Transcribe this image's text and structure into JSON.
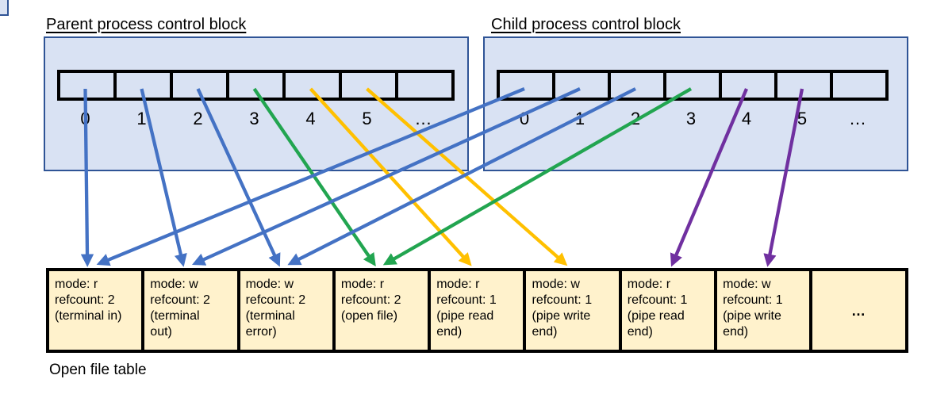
{
  "diagram": {
    "parent_block": {
      "title": "Parent process control block",
      "fd_labels": [
        "0",
        "1",
        "2",
        "3",
        "4",
        "5",
        "…"
      ]
    },
    "child_block": {
      "title": "Child process control block",
      "fd_labels": [
        "0",
        "1",
        "2",
        "3",
        "4",
        "5",
        "…"
      ]
    },
    "open_file_table": {
      "caption": "Open file table",
      "cells": [
        {
          "text": "mode: r\nrefcount: 2\n(terminal in)"
        },
        {
          "text": "mode: w\nrefcount: 2\n(terminal\nout)"
        },
        {
          "text": "mode: w\nrefcount: 2\n(terminal\nerror)"
        },
        {
          "text": "mode: r\nrefcount: 2\n(open file)"
        },
        {
          "text": "mode: r\nrefcount: 1\n(pipe read\nend)"
        },
        {
          "text": "mode: w\nrefcount: 1\n(pipe write\nend)"
        },
        {
          "text": "mode: r\nrefcount: 1\n(pipe read\nend)"
        },
        {
          "text": "mode: w\nrefcount: 1\n(pipe write\nend)"
        },
        {
          "text": "…"
        }
      ]
    },
    "arrows": [
      {
        "from": "parent",
        "fd": 0,
        "to_cell": 0,
        "color": "blue"
      },
      {
        "from": "parent",
        "fd": 1,
        "to_cell": 1,
        "color": "blue"
      },
      {
        "from": "parent",
        "fd": 2,
        "to_cell": 2,
        "color": "blue"
      },
      {
        "from": "parent",
        "fd": 3,
        "to_cell": 3,
        "color": "green"
      },
      {
        "from": "parent",
        "fd": 4,
        "to_cell": 4,
        "color": "gold"
      },
      {
        "from": "parent",
        "fd": 5,
        "to_cell": 5,
        "color": "gold"
      },
      {
        "from": "child",
        "fd": 0,
        "to_cell": 0,
        "color": "blue"
      },
      {
        "from": "child",
        "fd": 1,
        "to_cell": 1,
        "color": "blue"
      },
      {
        "from": "child",
        "fd": 2,
        "to_cell": 2,
        "color": "blue"
      },
      {
        "from": "child",
        "fd": 3,
        "to_cell": 3,
        "color": "green"
      },
      {
        "from": "child",
        "fd": 4,
        "to_cell": 6,
        "color": "purple"
      },
      {
        "from": "child",
        "fd": 5,
        "to_cell": 7,
        "color": "purple"
      }
    ],
    "colors": {
      "blue": "#4472C4",
      "green": "#22A550",
      "gold": "#FFC000",
      "purple": "#7030A0",
      "block_fill": "#D9E2F3",
      "block_border": "#2F5496",
      "table_fill": "#FFF2CC"
    }
  }
}
